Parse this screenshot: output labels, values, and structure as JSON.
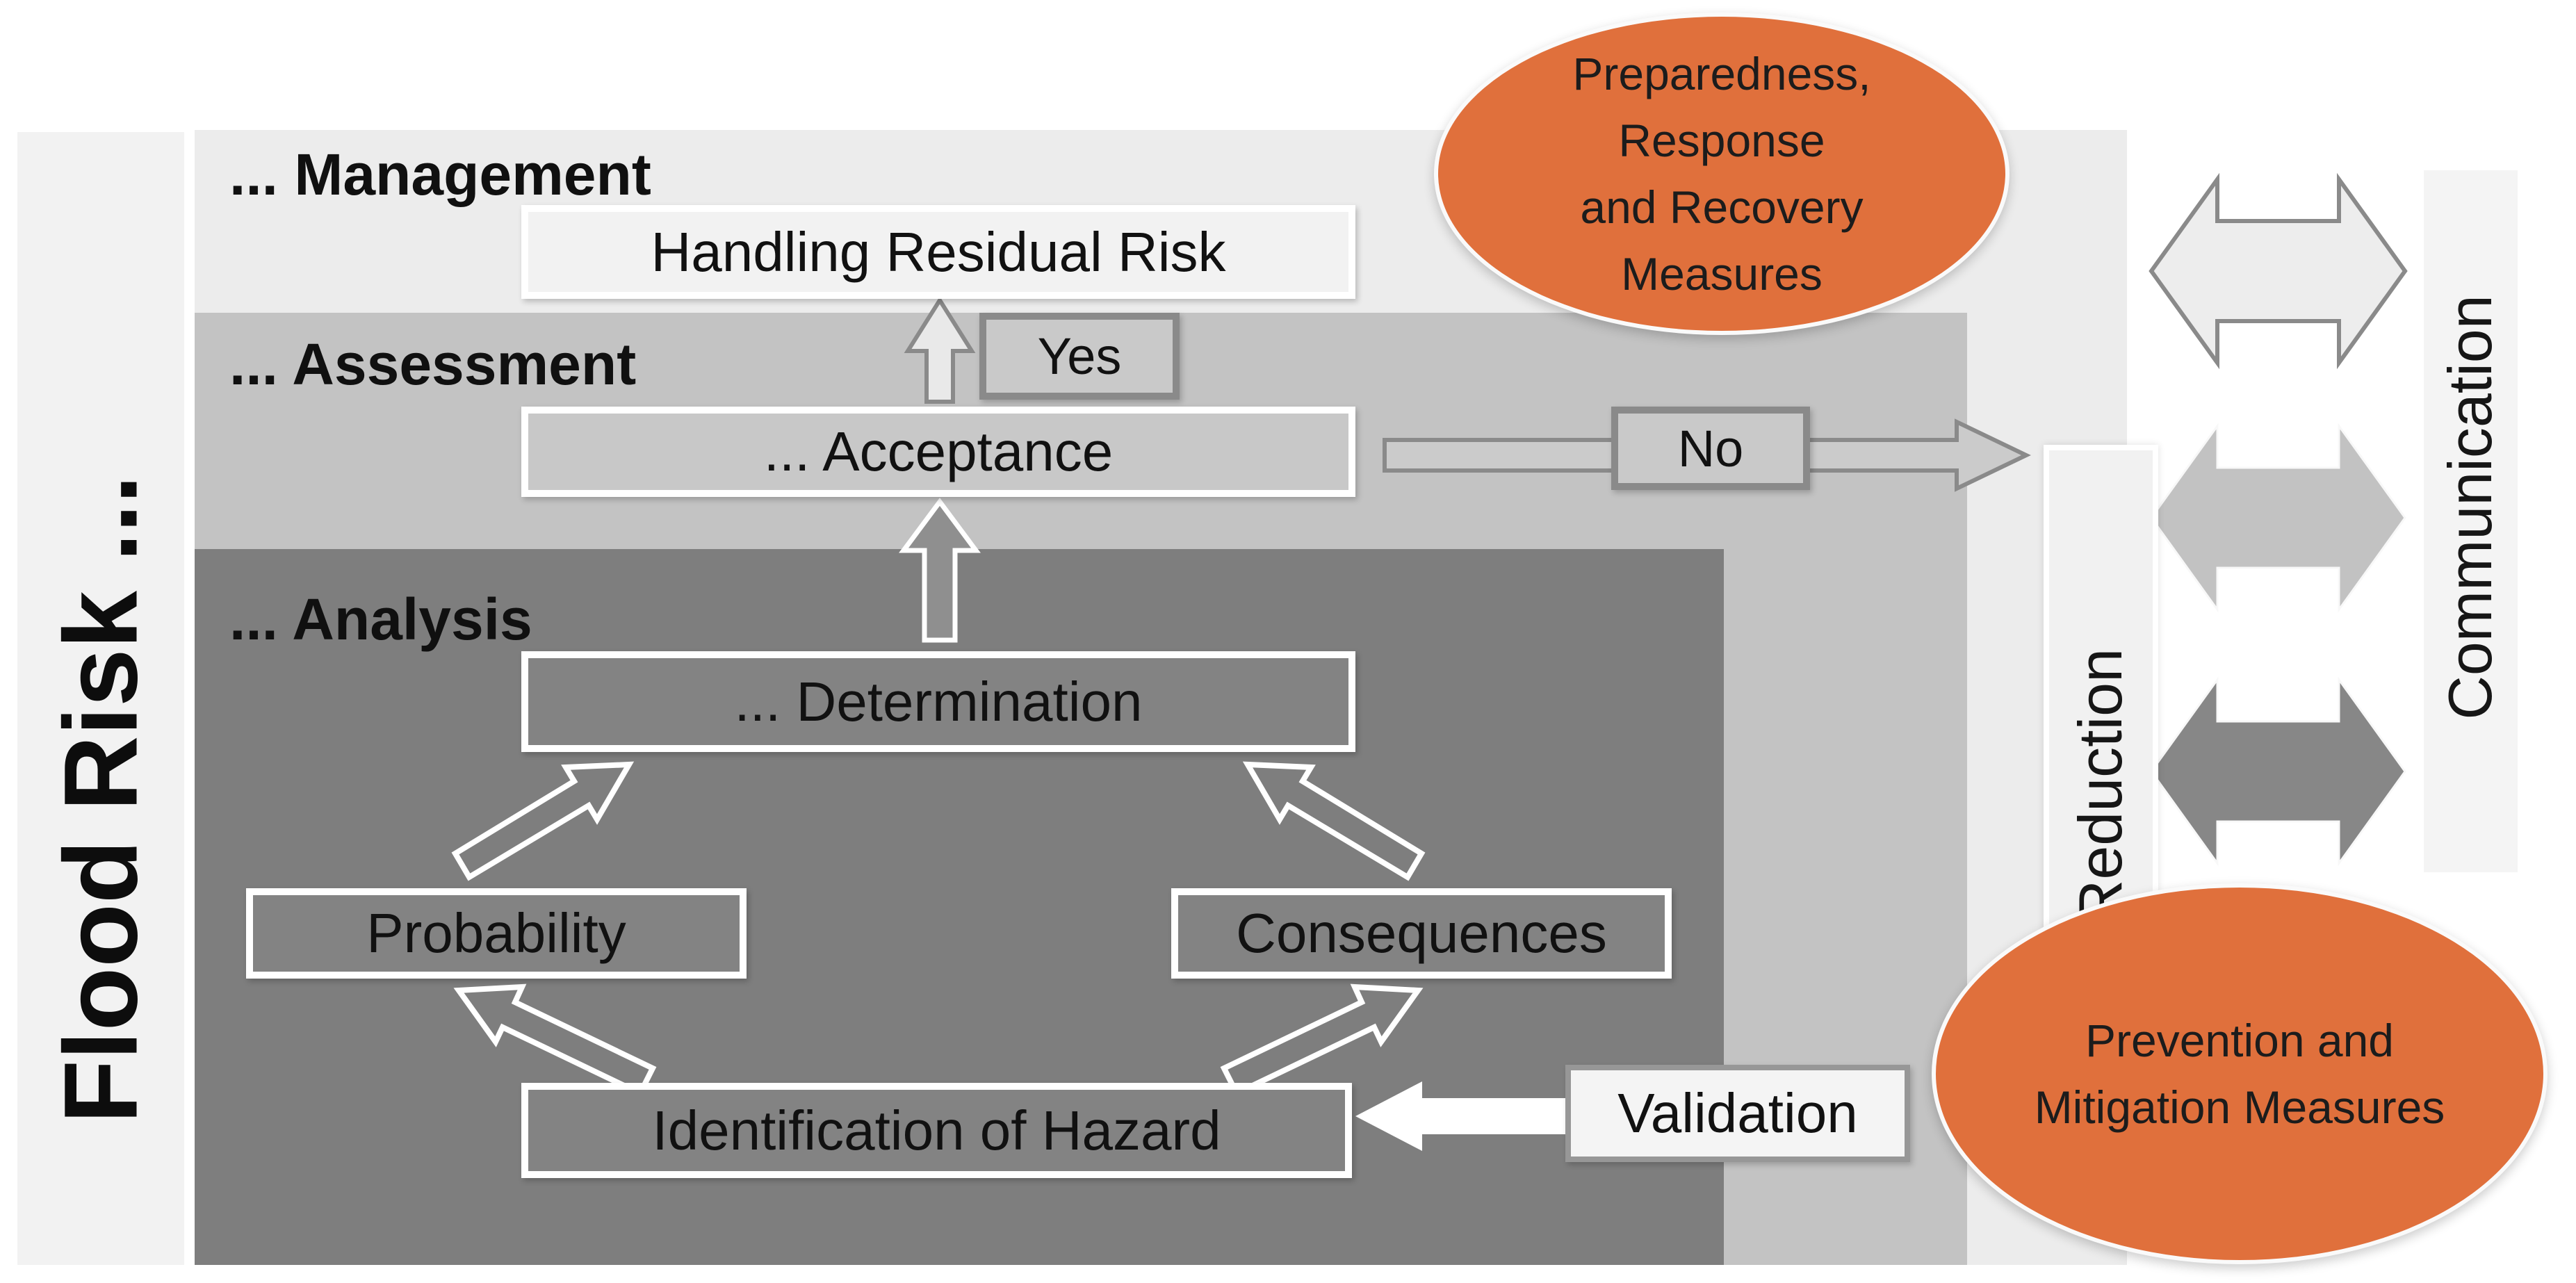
{
  "title": {
    "vertical_label": "Flood Risk ..."
  },
  "sections": {
    "management": {
      "label": "... Management"
    },
    "assessment": {
      "label": "... Assessment"
    },
    "analysis": {
      "label": "... Analysis"
    }
  },
  "boxes": {
    "handling_residual_risk": {
      "label": "Handling Residual Risk"
    },
    "acceptance": {
      "label": "... Acceptance"
    },
    "determination": {
      "label": "... Determination"
    },
    "probability": {
      "label": "Probability"
    },
    "consequences": {
      "label": "Consequences"
    },
    "identification_of_hazard": {
      "label": "Identification of Hazard"
    },
    "validation": {
      "label": "Validation"
    }
  },
  "decisions": {
    "yes": {
      "label": "Yes"
    },
    "no": {
      "label": "No"
    }
  },
  "side_strips": {
    "reduction": {
      "label": "... Reduction"
    },
    "communication": {
      "label": "Communication"
    }
  },
  "ellipses": {
    "preparedness": {
      "lines": [
        "Preparedness,",
        "Response",
        "and Recovery",
        "Measures"
      ]
    },
    "prevention": {
      "lines": [
        "Prevention and",
        "Mitigation Measures"
      ]
    }
  },
  "icons": {
    "up_arrow_outline": "block arrow up from Acceptance to Handling Residual Risk",
    "up_arrow_solid": "block arrow up from Determination to Acceptance",
    "no_arrow": "block arrow right from Acceptance to Reduction",
    "validation_arrow": "block arrow left from Validation to Identification of Hazard",
    "diagonal_arrows": "four outline arrows linking analysis boxes",
    "bidirectional_arrows": "three horizontal double-headed arrows toward Communication"
  },
  "colors": {
    "management_fill": "#ececec",
    "assessment_fill": "#c3c3c3",
    "analysis_fill": "#7e7e7e",
    "strip_fill": "#f2f2f2",
    "orange": "#e0703c",
    "border_gray": "#8a8a8a",
    "border_white": "#ffffff",
    "arrow_light": "#ededed",
    "arrow_mid": "#c2c2c2",
    "arrow_dark": "#878787",
    "box_dark_fill": "#838383",
    "box_light_fill": "#f2f2f2",
    "box_mid_fill": "#c8c8c8",
    "yes_no_fill": "#c9c9c9",
    "validation_fill": "#f4f4f4",
    "text": "#111111"
  }
}
